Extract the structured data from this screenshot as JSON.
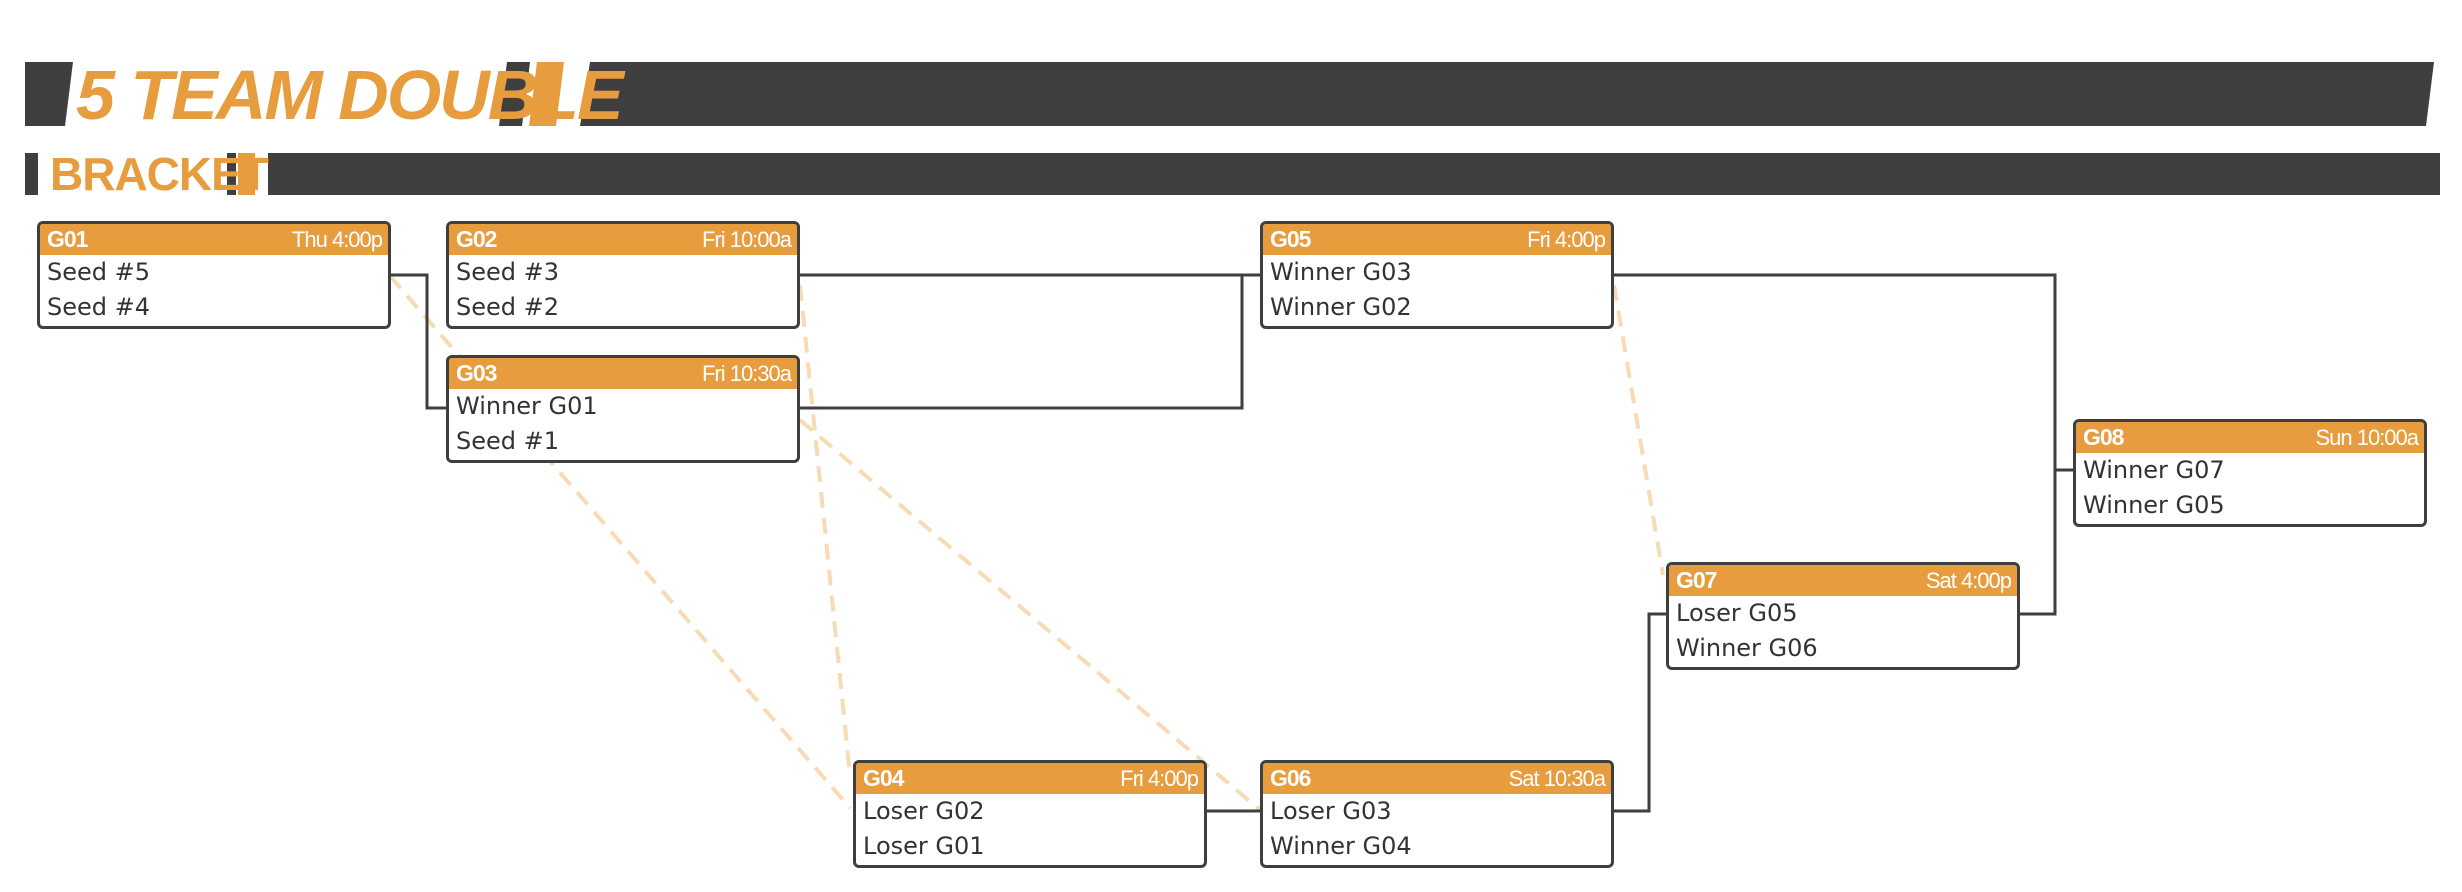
{
  "title": {
    "main": "5 TEAM DOUBLE",
    "sub": "BRACKET"
  },
  "colors": {
    "accent": "#e79c3d",
    "dark": "#3f3f3f",
    "loser_line": "#f7dbb5"
  },
  "games": [
    {
      "id": "G01",
      "time": "Thu 4:00p",
      "teams": [
        "Seed #5",
        "Seed #4"
      ]
    },
    {
      "id": "G02",
      "time": "Fri 10:00a",
      "teams": [
        "Seed #3",
        "Seed #2"
      ]
    },
    {
      "id": "G03",
      "time": "Fri 10:30a",
      "teams": [
        "Winner G01",
        "Seed #1"
      ]
    },
    {
      "id": "G04",
      "time": "Fri 4:00p",
      "teams": [
        "Loser G02",
        "Loser G01"
      ]
    },
    {
      "id": "G05",
      "time": "Fri 4:00p",
      "teams": [
        "Winner G03",
        "Winner G02"
      ]
    },
    {
      "id": "G06",
      "time": "Sat 10:30a",
      "teams": [
        "Loser G03",
        "Winner G04"
      ]
    },
    {
      "id": "G07",
      "time": "Sat 4:00p",
      "teams": [
        "Loser G05",
        "Winner G06"
      ]
    },
    {
      "id": "G08",
      "time": "Sun 10:00a",
      "teams": [
        "Winner G07",
        "Winner G05"
      ]
    }
  ]
}
